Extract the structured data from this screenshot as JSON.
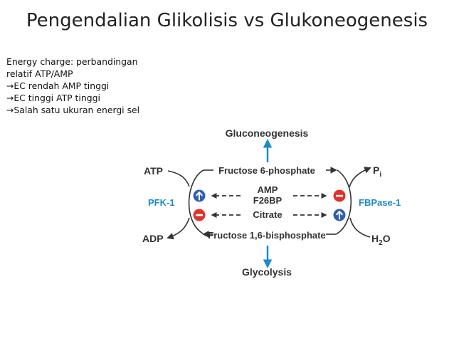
{
  "title": "Pengendalian Glikolisis vs Glukoneogenesis",
  "notes": [
    "Energy charge: perbandingan",
    "relatif ATP/AMP",
    "→EC rendah AMP tinggi",
    "→EC tinggi ATP tinggi",
    "→Salah satu ukuran energi sel"
  ],
  "diagram": {
    "top_pathway": "Gluconeogenesis",
    "bottom_pathway": "Glycolysis",
    "upper_metabolite": "Fructose 6-phosphate",
    "lower_metabolite": "Fructose 1,6-bisphosphate",
    "left_enzyme": "PFK-1",
    "right_enzyme": "FBPase-1",
    "left_top": "ATP",
    "left_bottom": "ADP",
    "right_top_base": "P",
    "right_top_sub": "i",
    "right_bottom_base": "H",
    "right_bottom_sub": "2",
    "right_bottom_end": "O",
    "effectors": [
      "AMP",
      "F26BP",
      "Citrate"
    ],
    "icons": {
      "activator": "up-arrow-circle-icon",
      "inhibitor": "minus-circle-icon"
    },
    "colors": {
      "activator": "#2f5fb3",
      "inhibitor": "#e0332b",
      "enzyme_text": "#1b8ac9",
      "pathway_arrow": "#1b8ac9"
    }
  }
}
